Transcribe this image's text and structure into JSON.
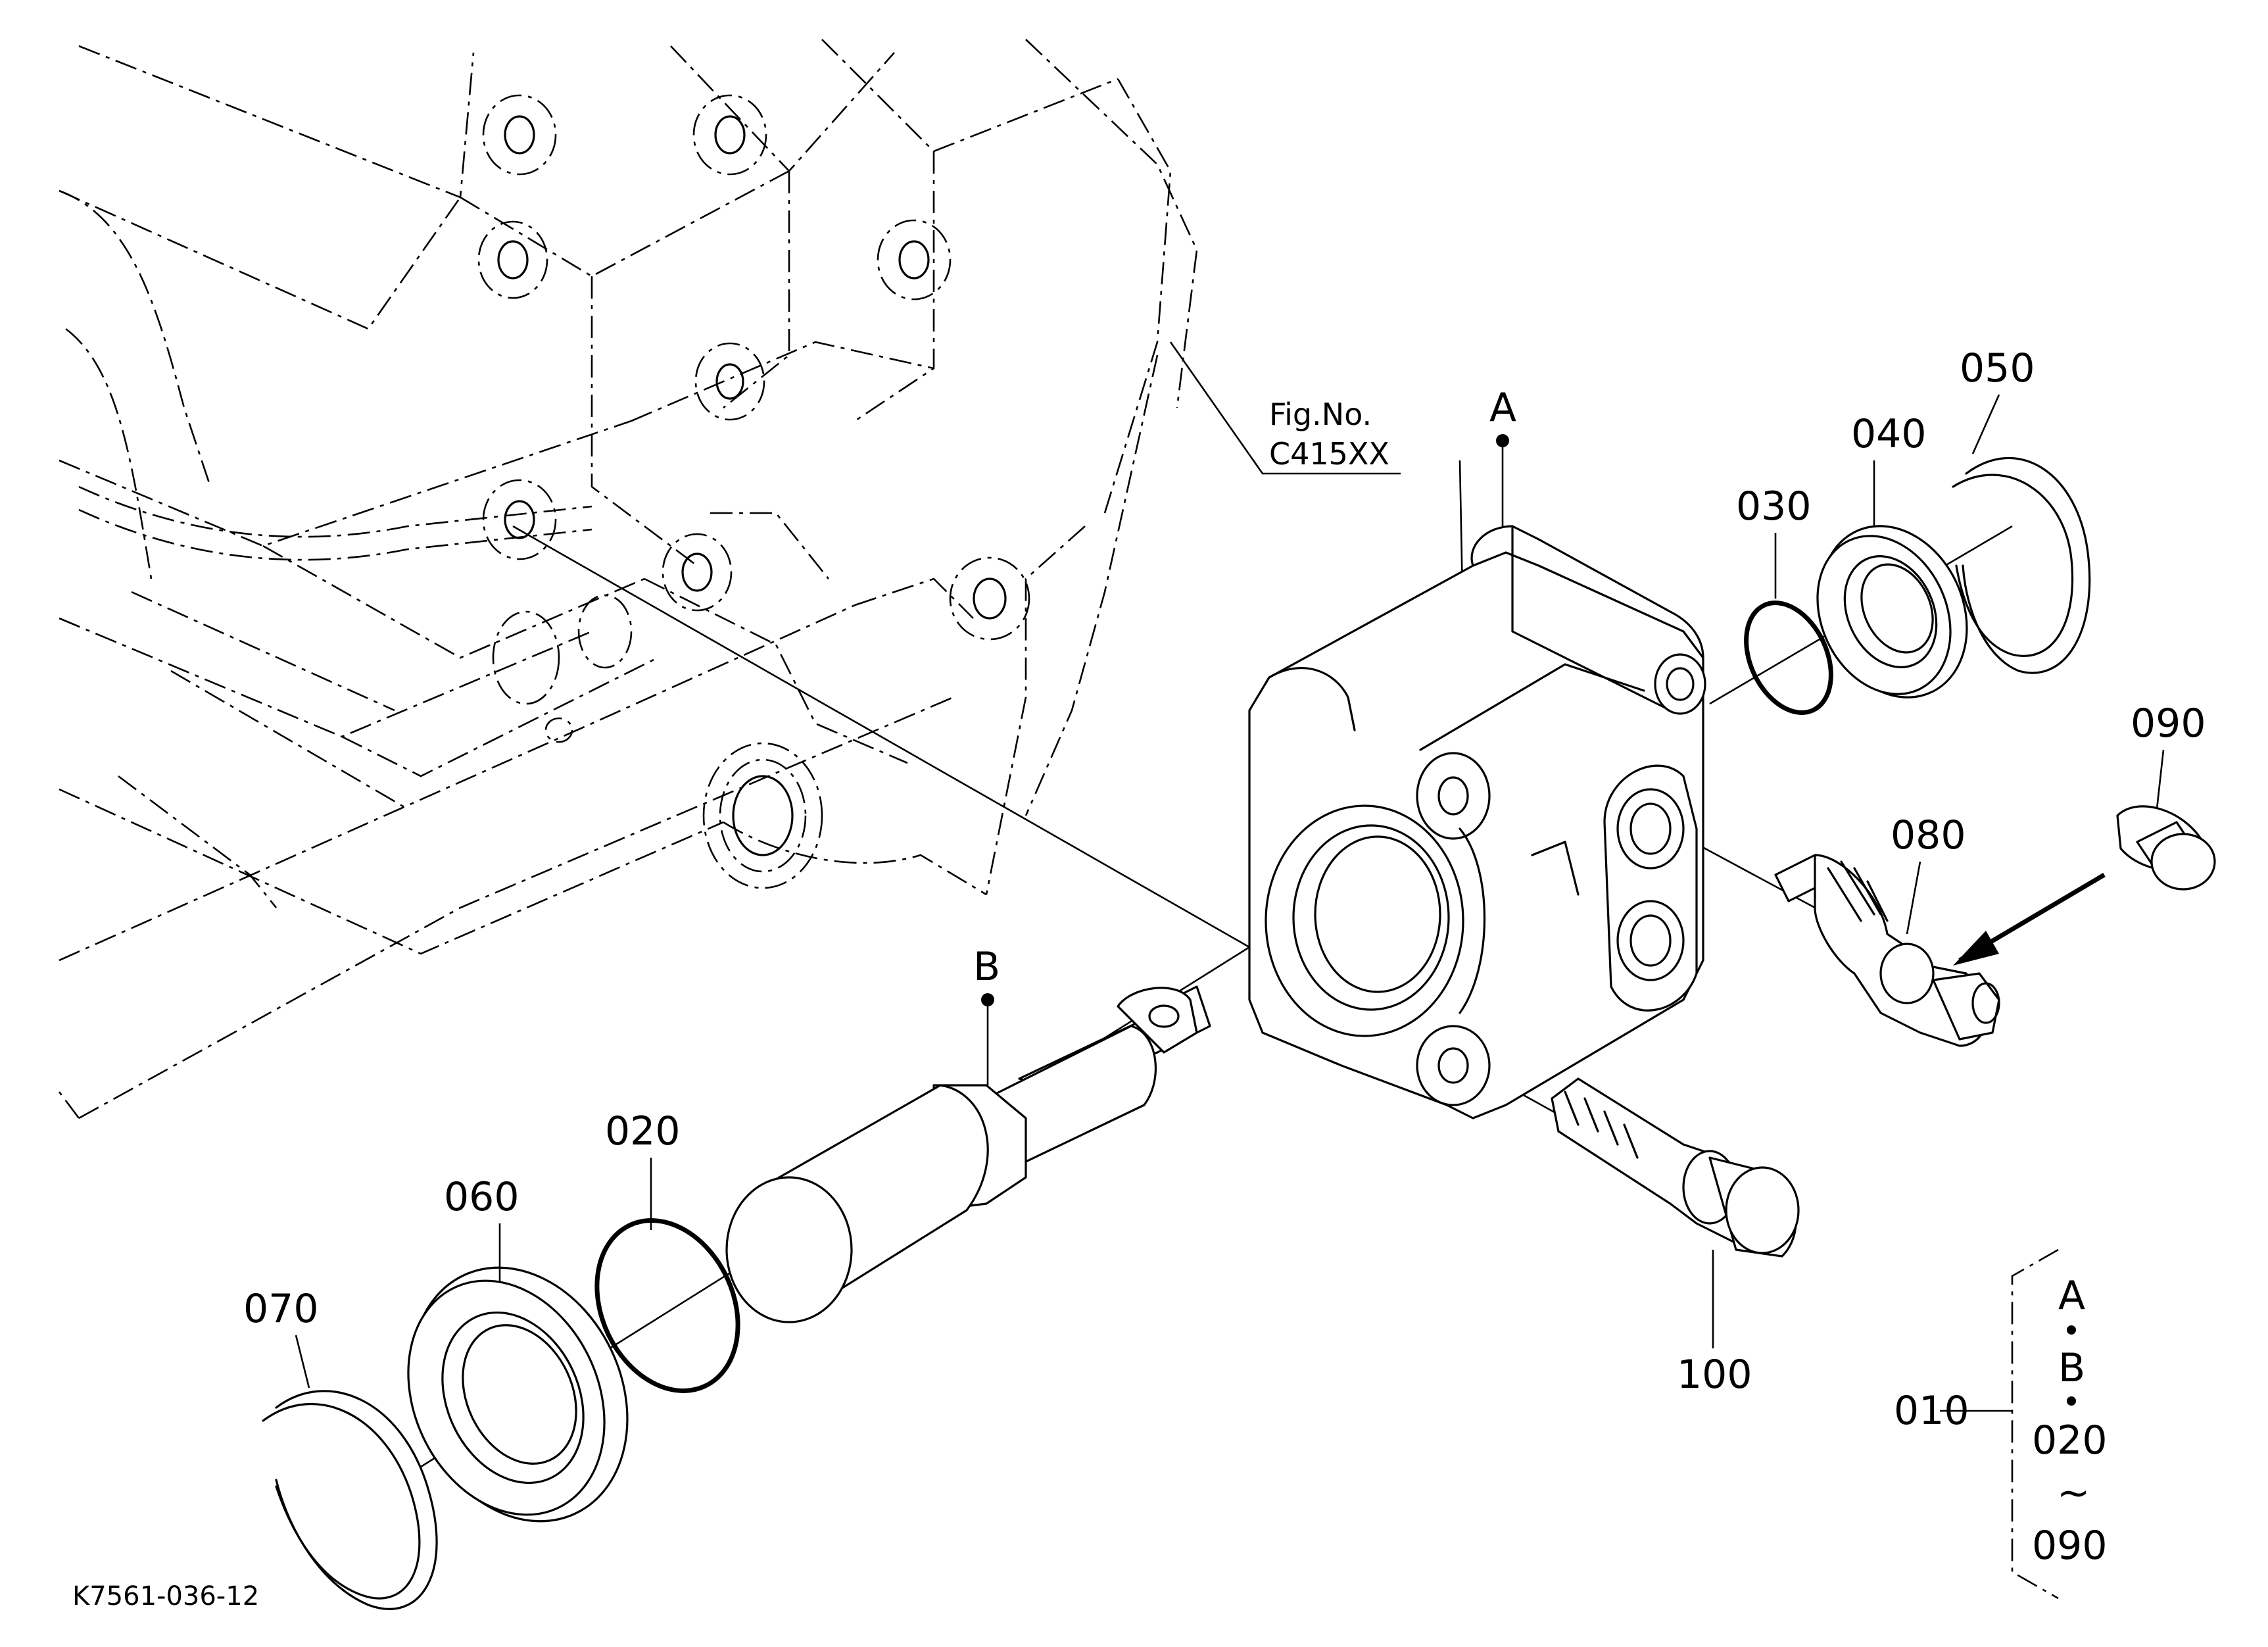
{
  "labels": {
    "part_010": "010",
    "part_020": "020",
    "part_030": "030",
    "part_040": "040",
    "part_050": "050",
    "part_060": "060",
    "part_070": "070",
    "part_080": "080",
    "part_090": "090",
    "part_100": "100",
    "ref_a": "A",
    "ref_b": "B"
  },
  "figure_ref": {
    "line1": "Fig.No.",
    "line2": "C415XX"
  },
  "assembly_bracket": {
    "a": "A",
    "b": "B",
    "from": "020",
    "tilde": "~",
    "to": "090"
  },
  "drawing_code": "K7561-036-12"
}
